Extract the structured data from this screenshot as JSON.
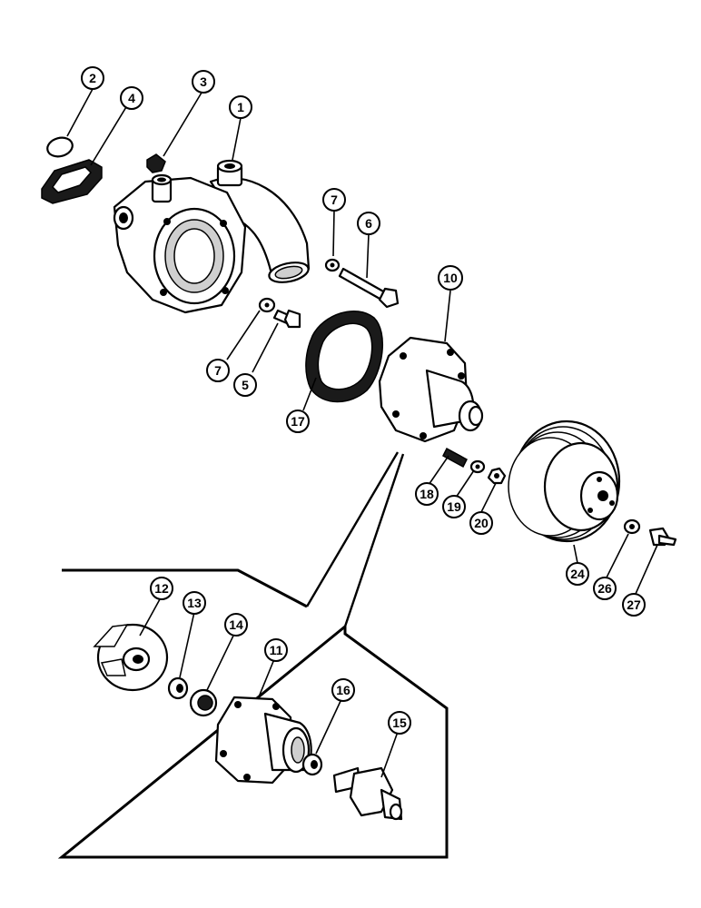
{
  "figure": {
    "callouts": [
      {
        "id": "c1",
        "label": "1"
      },
      {
        "id": "c2",
        "label": "2"
      },
      {
        "id": "c3",
        "label": "3"
      },
      {
        "id": "c4",
        "label": "4"
      },
      {
        "id": "c5",
        "label": "5"
      },
      {
        "id": "c6",
        "label": "6"
      },
      {
        "id": "c7a",
        "label": "7"
      },
      {
        "id": "c7b",
        "label": "7"
      },
      {
        "id": "c10",
        "label": "10"
      },
      {
        "id": "c11",
        "label": "11"
      },
      {
        "id": "c12",
        "label": "12"
      },
      {
        "id": "c13",
        "label": "13"
      },
      {
        "id": "c14",
        "label": "14"
      },
      {
        "id": "c15",
        "label": "15"
      },
      {
        "id": "c16",
        "label": "16"
      },
      {
        "id": "c17",
        "label": "17"
      },
      {
        "id": "c18",
        "label": "18"
      },
      {
        "id": "c19",
        "label": "19"
      },
      {
        "id": "c20",
        "label": "20"
      },
      {
        "id": "c24",
        "label": "24"
      },
      {
        "id": "c26",
        "label": "26"
      },
      {
        "id": "c27",
        "label": "27"
      }
    ]
  }
}
